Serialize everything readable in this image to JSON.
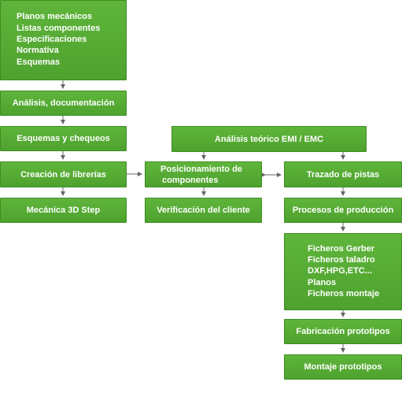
{
  "colors": {
    "box_fill": "#55ab34",
    "box_border": "#3f8d24",
    "text": "#ffffff",
    "arrow": "#666666"
  },
  "left_column": {
    "inputs_box": {
      "lines": [
        "Planos mecánicos",
        "Listas componentes",
        "Especificaciones",
        "Normativa",
        "Esquemas"
      ]
    },
    "analysis": "Análisis, documentación",
    "schematics": "Esquemas y chequeos",
    "libraries": "Creación de librerías",
    "mechanics_3d": "Mecánica 3D Step"
  },
  "middle_column": {
    "placement": [
      "Posicionamiento de",
      "componentes"
    ],
    "client_check": "Verificación del cliente"
  },
  "right_column": {
    "emi_emc": "Análisis teórico EMI / EMC",
    "routing": "Trazado de pistas",
    "production": "Procesos de producción",
    "output_files": {
      "lines": [
        "Ficheros Gerber",
        "Ficheros taladro",
        "DXF,HPG,ETC...",
        "Planos",
        "Ficheros montaje"
      ]
    },
    "prototype_fab": "Fabricación prototipos",
    "prototype_assembly": "Montaje prototipos"
  }
}
